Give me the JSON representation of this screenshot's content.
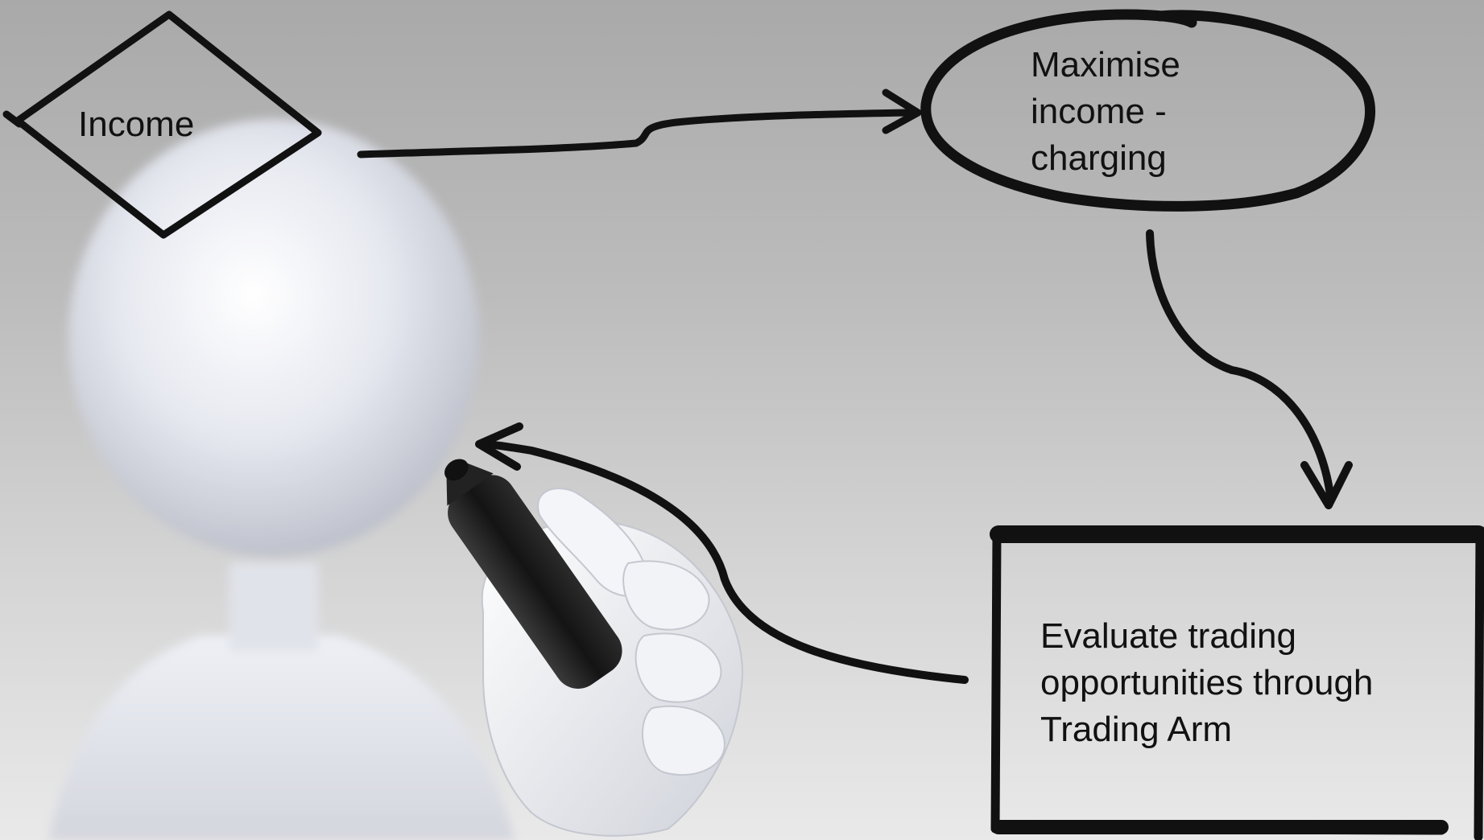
{
  "diagram": {
    "nodes": {
      "income": {
        "shape": "diamond",
        "label": "Income"
      },
      "maximise": {
        "shape": "ellipse",
        "label": "Maximise\nincome -\ncharging"
      },
      "evaluate": {
        "shape": "rectangle",
        "label": "Evaluate trading\nopportunities through\nTrading Arm"
      }
    },
    "edges": [
      {
        "from": "income",
        "to": "maximise"
      },
      {
        "from": "maximise",
        "to": "evaluate"
      },
      {
        "from": "evaluate",
        "to": "figure-head"
      }
    ]
  },
  "colors": {
    "ink": "#111111",
    "background_top": "#a9a9a9",
    "background_bottom": "#e9e9e9",
    "figure": "#eef0f6",
    "marker": "#1c1c1c"
  },
  "icons": {
    "figure": "stick-figure-icon",
    "hand": "hand-icon",
    "marker": "marker-pen-icon"
  }
}
